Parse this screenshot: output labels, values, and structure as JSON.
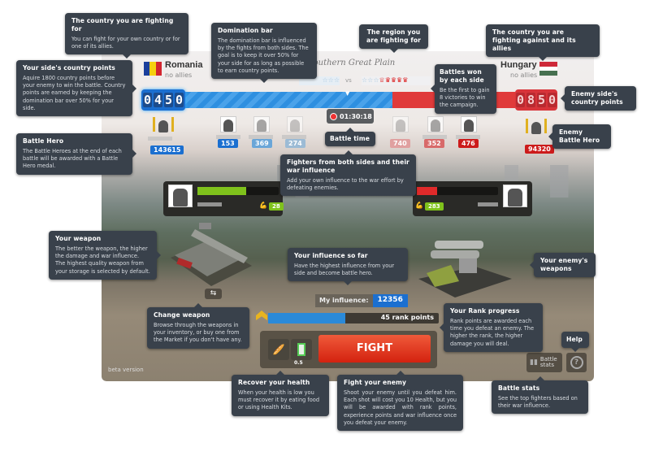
{
  "battle": {
    "region": "Southern Great Plain",
    "vs": "vs",
    "left": {
      "country": "Romania",
      "allies": "no allies",
      "points_digits": [
        "0",
        "4",
        "5",
        "0"
      ],
      "hero_influence": "143615",
      "fighters": [
        "153",
        "369",
        "274"
      ],
      "level": "28"
    },
    "right": {
      "country": "Hungary",
      "allies": "no allies",
      "points_digits": [
        "0",
        "8",
        "5",
        "0"
      ],
      "hero_influence": "94320",
      "fighters": [
        "740",
        "352",
        "476"
      ],
      "level": "283"
    },
    "domination_percent": 63,
    "right_wins": 5,
    "left_health_percent": 60,
    "right_health_percent": 25,
    "timer": "01:30:18",
    "my_influence_label": "My influence:",
    "my_influence": "12356",
    "rank_points": "45 rank points",
    "rank_progress_percent": 45,
    "fight": "FIGHT",
    "health_kit_cost": "0.5",
    "battle_stats": "Battle stats",
    "help": "?",
    "beta": "beta version"
  },
  "colors": {
    "blue": "#2a8ad9",
    "red": "#e03a3a",
    "tooltip": "#39414b"
  },
  "tooltips": {
    "country": {
      "title": "The country you are fighting for",
      "body": "You can fight for your own country or for one of its allies."
    },
    "domination": {
      "title": "Domination bar",
      "body": "The domination bar is influenced by the fights from both sides. The goal is to keep it over 50% for your side for as long as possible to earn country points."
    },
    "region": {
      "title": "The region you are fighting for"
    },
    "enemy_country": {
      "title": "The country you are fighting against and its allies"
    },
    "side_points": {
      "title": "Your side's country points",
      "body": "Aquire 1800 country points before your enemy to win the battle. Country points are earned by keeping the domination bar over 50% for your side."
    },
    "battles_won": {
      "title": "Battles won by each side",
      "body": "Be the first to gain 8 victories to win the campaign."
    },
    "enemy_points": {
      "title": "Enemy side's country points"
    },
    "battle_time": {
      "title": "Battle time"
    },
    "battle_hero": {
      "title": "Battle Hero",
      "body": "The Battle Heroes at the end of each battle will be awarded with a Battle Hero medal."
    },
    "enemy_hero": {
      "title": "Enemy Battle Hero"
    },
    "fighters": {
      "title": "Fighters from both sides and their war influence",
      "body": "Add your own influence to the war effort by defeating enemies."
    },
    "weapon": {
      "title": "Your weapon",
      "body": "The better the weapon, the higher the damage and war influence. The highest quality weapon from your storage is selected by default."
    },
    "influence": {
      "title": "Your influence so far",
      "body": "Have the highest influence from your side and become battle hero."
    },
    "enemy_weapons": {
      "title": "Your enemy's weapons"
    },
    "change_weapon": {
      "title": "Change weapon",
      "body": "Browse through the weapons in your inventory, or buy one from the Market if you don't have any."
    },
    "rank": {
      "title": "Your Rank progress",
      "body": "Rank points are awarded each time you defeat an enemy. The higher the rank, the higher damage you will deal."
    },
    "help": {
      "title": "Help"
    },
    "recover": {
      "title": "Recover your health",
      "body": "When your health is low you must recover it by eating food or using Health Kits."
    },
    "fight": {
      "title": "Fight your enemy",
      "body": "Shoot your enemy until you defeat him. Each shot will cost you 10 Health, but you will be awarded with rank points, experience points and war influence once you defeat your enemy."
    },
    "stats": {
      "title": "Battle stats",
      "body": "See the top fighters based on their war influence."
    }
  }
}
